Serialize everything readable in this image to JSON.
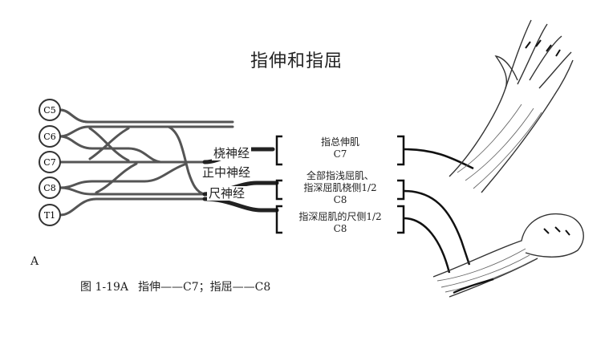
{
  "title": "指伸和指屈",
  "roots": [
    "C5",
    "C6",
    "C7",
    "C8",
    "T1"
  ],
  "nerves": {
    "radial": "桡神经",
    "median": "正中神经",
    "ulnar": "尺神经"
  },
  "muscles": {
    "extensor": {
      "name": "指总伸肌",
      "root": "C7"
    },
    "superficial": {
      "name_line1": "全部指浅屈肌、",
      "name_line2": "指深屈肌桡侧1/2",
      "root": "C8"
    },
    "deep_ulnar": {
      "name": "指深屈肌的尺侧1/2",
      "root": "C8"
    }
  },
  "panel_letter": "A",
  "caption": {
    "figure_number": "图 1-19A",
    "text": "指伸——C7；指屈——C8"
  }
}
